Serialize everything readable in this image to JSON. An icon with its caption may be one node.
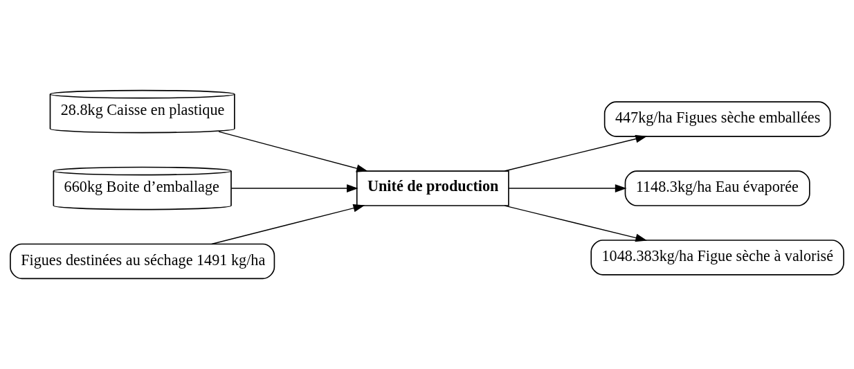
{
  "diagram": {
    "nodes": [
      {
        "text": [
          "28.8kg Caisse en plastique"
        ]
      },
      {
        "text": [
          "660kg Boite d’emballage"
        ]
      },
      {
        "text": [
          "Figues destinées au séchage 1491 kg/ha"
        ]
      },
      {
        "text": [
          "Unité de production"
        ]
      },
      {
        "text": [
          "447kg/ha Figues sèche emballées"
        ]
      },
      {
        "text": [
          "1148.3kg/ha Eau évaporée"
        ]
      },
      {
        "text": [
          "1048.383kg/ha Figue sèche à valorisé"
        ]
      }
    ],
    "edges": [
      {
        "from": 0,
        "to": 3,
        "arrow": "to"
      },
      {
        "from": 1,
        "to": 3,
        "arrow": "to"
      },
      {
        "from": 2,
        "to": 3,
        "arrow": "to"
      },
      {
        "from": 3,
        "to": 4,
        "arrow": "to"
      },
      {
        "from": 3,
        "to": 5,
        "arrow": "to"
      },
      {
        "from": 3,
        "to": 6,
        "arrow": "to"
      }
    ]
  }
}
